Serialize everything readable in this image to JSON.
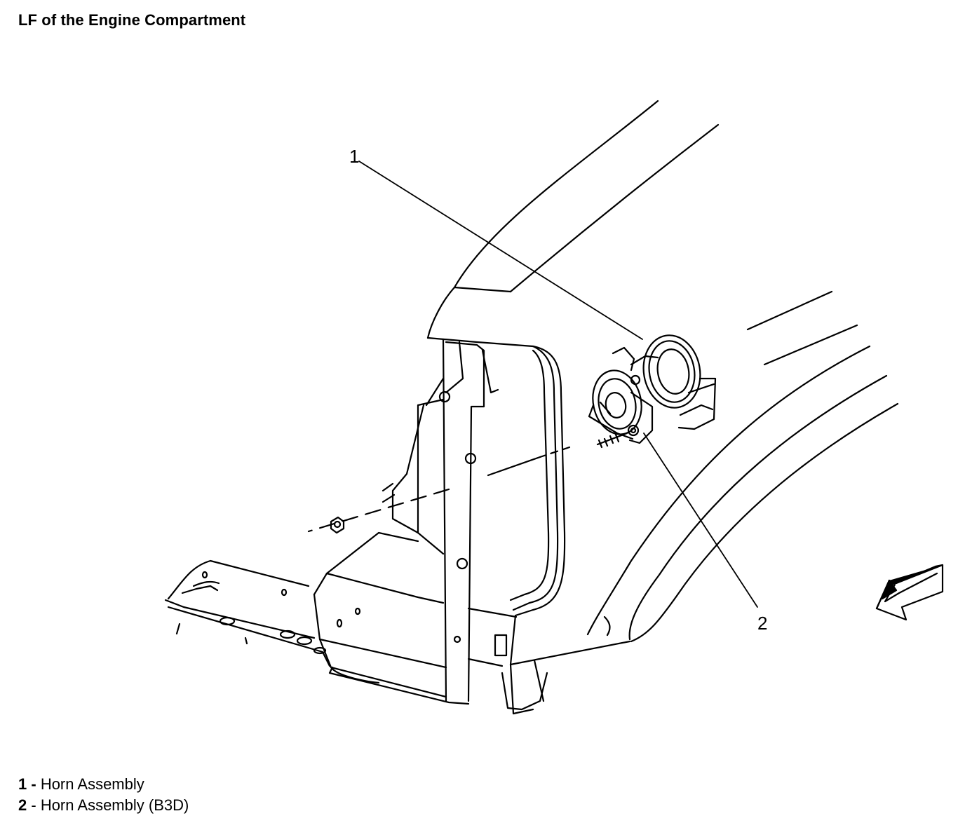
{
  "title": "LF of the Engine Compartment",
  "callouts": [
    {
      "number": "1"
    },
    {
      "number": "2"
    }
  ],
  "legend": [
    {
      "number": "1",
      "separator": " - ",
      "label": "Horn Assembly"
    },
    {
      "number": "2",
      "separator": " - ",
      "label": "Horn Assembly (B3D)"
    }
  ],
  "icons": {
    "direction_arrow": "front-direction-arrow-icon"
  },
  "colors": {
    "line": "#000000",
    "background": "#ffffff"
  }
}
